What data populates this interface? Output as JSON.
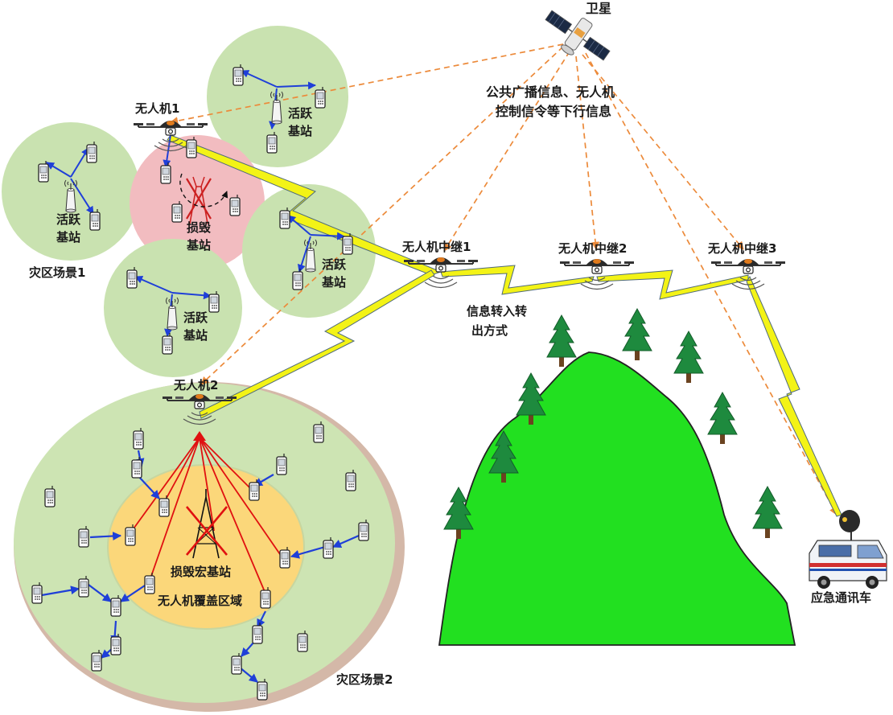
{
  "labels": {
    "satellite": "卫星",
    "broadcast_line1": "公共广播信息、无人机",
    "broadcast_line2": "控制信令等下行信息",
    "drone1": "无人机1",
    "drone2": "无人机2",
    "relay1": "无人机中继1",
    "relay2": "无人机中继2",
    "relay3": "无人机中继3",
    "active_bs_line1": "活跃",
    "active_bs_line2": "基站",
    "damaged_bs_line1": "损毁",
    "damaged_bs_line2": "基站",
    "scene1": "灾区场景1",
    "scene2": "灾区场景2",
    "relay_mode_line1": "信息转入转",
    "relay_mode_line2": "出方式",
    "damaged_macro_bs": "损毁宏基站",
    "drone_coverage": "无人机覆盖区域",
    "emergency_vehicle": "应急通讯车"
  },
  "colors": {
    "cell_green": "#c9e2b0",
    "cell_red": "#f2bcc0",
    "coverage_yellow": "#fbd77a",
    "mountain_green": "#22e020",
    "tree_green": "#1e8a3e",
    "link_yellow": "#f3f316",
    "dash_orange": "#ec8a3a",
    "arrow_blue": "#1f3fd8",
    "beam_red": "#e01010"
  },
  "icons": [
    "satellite-icon",
    "drone-icon",
    "phone-icon",
    "base-station-icon",
    "damaged-tower-icon",
    "tree-icon",
    "emergency-vehicle-icon"
  ]
}
